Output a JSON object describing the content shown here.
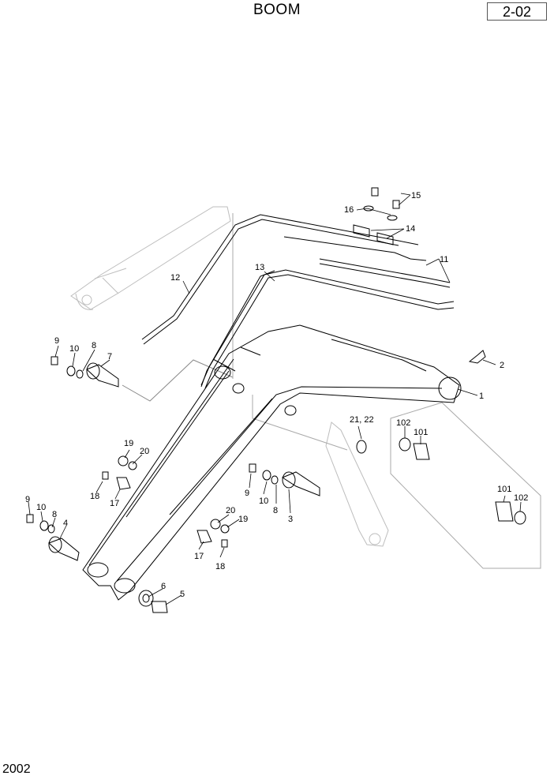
{
  "title": "BOOM",
  "page_code": "2-02",
  "year": "2002",
  "callouts": [
    "1",
    "2",
    "3",
    "4",
    "5",
    "6",
    "7",
    "8",
    "8",
    "8",
    "9",
    "9",
    "9",
    "10",
    "10",
    "10",
    "11",
    "12",
    "13",
    "14",
    "15",
    "16",
    "17",
    "17",
    "18",
    "18",
    "19",
    "19",
    "20",
    "20",
    "21, 22",
    "101",
    "101",
    "102",
    "102"
  ]
}
